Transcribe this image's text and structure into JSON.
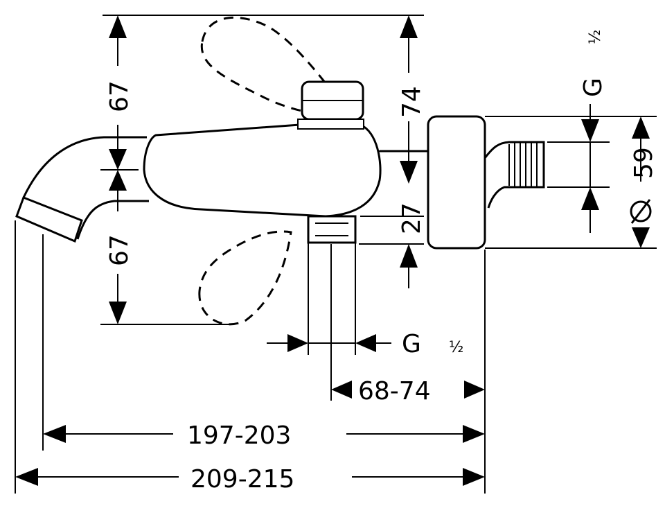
{
  "labels": {
    "d_top_left": "67",
    "d_bottom_left": "67",
    "d_top_right": "74",
    "d_mid_right": "27",
    "g_right": "G",
    "g_right_frac": "½",
    "d_diameter": "59",
    "g_bottom": "G",
    "g_bottom_frac": "½",
    "d_68_74": "68-74",
    "d_197_203": "197-203",
    "d_209_215": "209-215"
  }
}
